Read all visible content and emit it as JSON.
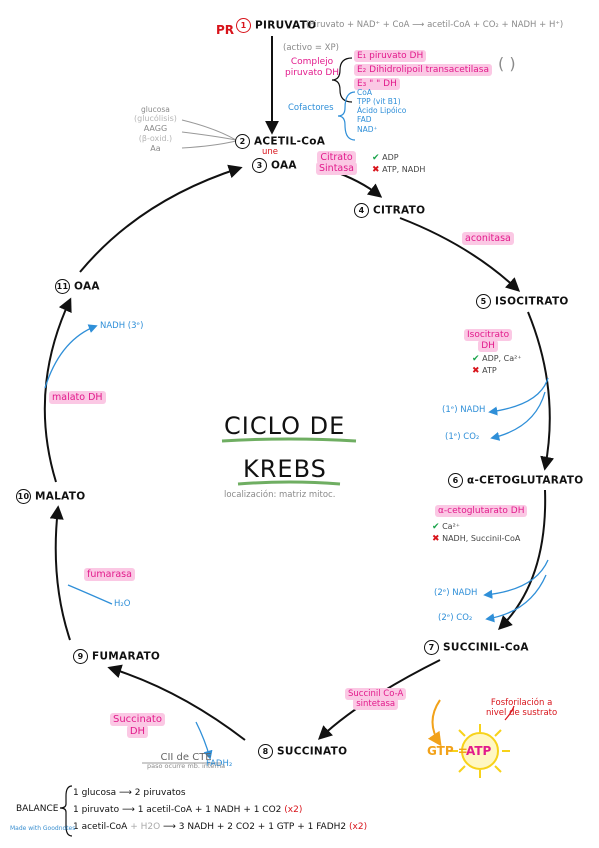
{
  "pr_label": "PR",
  "piruvato": {
    "num": "1",
    "name": "PIRUVATO",
    "reaction": "(Piruvato + NAD⁺ + CoA ⟶ acetil-CoA + CO₂ + NADH + H⁺)"
  },
  "complejo": {
    "activo": "(activo = XP)",
    "name_line1": "Complejo",
    "name_line2": "piruvato DH",
    "e1": "E₁ piruvato DH",
    "e2": "E₂ Dihidrolipoil transacetilasa",
    "e3": "E₃ \"   \"   DH",
    "paren": "( )"
  },
  "cofactores": {
    "label": "Cofactores",
    "items": [
      "CoA",
      "TPP (vit B1)",
      "Ácido Lipóico",
      "FAD",
      "NAD⁺"
    ]
  },
  "sources": [
    "glucosa",
    "(glucólisis)",
    "AAGG",
    "(β-oxid.)",
    "Aa"
  ],
  "acetil": {
    "num": "2",
    "name": "ACETIL-CoA"
  },
  "une": "une",
  "oaa3": {
    "num": "3",
    "name": "OAA"
  },
  "citrato_sintasa": {
    "line1": "Citrato",
    "line2": "Sintasa"
  },
  "cs_regulation": {
    "act": "ADP",
    "inh": "ATP, NADH"
  },
  "citrato": {
    "num": "4",
    "name": "CITRATO"
  },
  "aconitasa": "aconitasa",
  "isocitrato": {
    "num": "5",
    "name": "ISOCITRATO"
  },
  "isocitrato_dh": {
    "line1": "Isocitrato",
    "line2": "DH",
    "act": "ADP, Ca²⁺",
    "inh": "ATP"
  },
  "iso_products": [
    "(1ᵉ) NADH",
    "(1ᵉ) CO₂"
  ],
  "title_line1": "CICLO DE",
  "title_line2": "KREBS",
  "localizacion": "localización: matriz mitoc.",
  "cetoglutarato": {
    "num": "6",
    "name": "α-CETOGLUTARATO"
  },
  "cetoglutarato_dh": {
    "name": "α-cetoglutarato DH",
    "act": "Ca²⁺",
    "inh": "NADH, Succinil-CoA"
  },
  "keto_products": [
    "(2ᵉ) NADH",
    "(2ᵉ) CO₂"
  ],
  "succinil": {
    "num": "7",
    "name": "SUCCINIL-CoA"
  },
  "succinil_sintetasa": {
    "line1": "Succinil Co-A",
    "line2": "sintetasa"
  },
  "gtp": "GTP",
  "atp": "ATP",
  "fosforilacion": {
    "line1": "Fosforilación a",
    "line2": "nivel de sustrato"
  },
  "succinato": {
    "num": "8",
    "name": "SUCCINATO"
  },
  "succinato_dh": {
    "line1": "Succinato",
    "line2": "DH"
  },
  "fadh2": "FADH₂",
  "cii": {
    "line1": "CII de CTE",
    "line2": "paso ocurre mb. interna"
  },
  "fumarato": {
    "num": "9",
    "name": "FUMARATO"
  },
  "fumarasa": "fumarasa",
  "h2o": "H₂O",
  "malato": {
    "num": "10",
    "name": "MALATO"
  },
  "malato_dh": "malato DH",
  "nadh3": "NADH (3ᵉ)",
  "oaa11": {
    "num": "11",
    "name": "OAA"
  },
  "balance": {
    "label": "BALANCE",
    "line1": "1 glucosa ⟶ 2 piruvatos",
    "line2": "1 piruvato ⟶ 1 acetil-CoA + 1 NADH + 1 CO2",
    "line2_x": "(x2)",
    "line3a": "1 acetil-CoA",
    "line3b": "+ H2O",
    "line3c": "⟶ 3 NADH + 2 CO2 + 1 GTP + 1 FADH2",
    "line3_x": "(x2)"
  },
  "watermark": "Made with Goodnotes",
  "colors": {
    "pink": "#e21b8c",
    "highlight": "#fbc8e4",
    "blue": "#2f8fd8",
    "green": "#6fae62",
    "orange": "#f2a21a",
    "yellow": "#f7d21a",
    "red": "#d8141b"
  }
}
